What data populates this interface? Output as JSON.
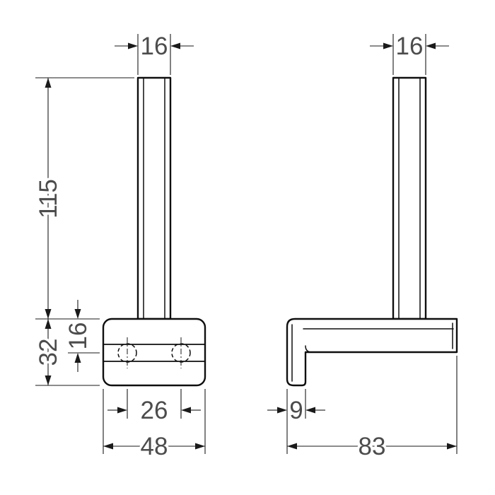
{
  "drawing": {
    "type": "technical-dimension-drawing",
    "product": "spare-roll-holder",
    "colors": {
      "background": "#ffffff",
      "line": "#0f0f0f",
      "dimension_line": "#1a1a1a",
      "text": "#4c4c4c"
    },
    "views": {
      "front": {
        "label": "front-view",
        "dimensions": {
          "top_width": "16",
          "height": "115",
          "base_height": "32",
          "hole_offset": "16",
          "hole_spacing": "26",
          "base_width": "48"
        }
      },
      "side": {
        "label": "side-view",
        "dimensions": {
          "top_width": "16",
          "plate_thickness": "9",
          "depth": "83"
        }
      }
    }
  }
}
